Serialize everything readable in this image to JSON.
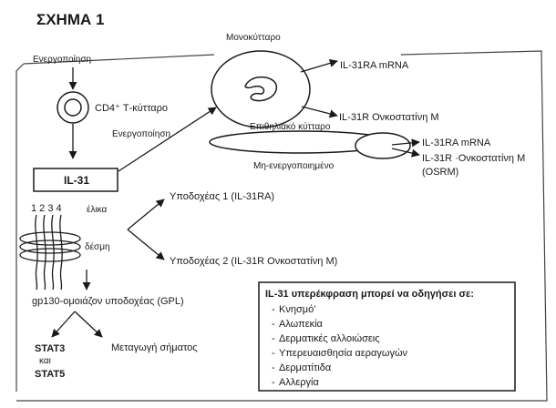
{
  "figure_title": "ΣΧΗΜΑ 1",
  "nodes": {
    "activation_top": "Ενεργοποίηση",
    "cd4_cell": "CD4⁺ Τ-κύτταρο",
    "activation_mid": "Ενεργοποίηση",
    "monocyte": "Μονοκύτταρο",
    "monocyte_out1": "IL-31RA mRNA",
    "monocyte_out2": "IL-31R Ονκοστατίνη Μ",
    "epithelial": "Επιθηλιακό κύτταρο",
    "epithelial_state": "Μη-ενεργοποιημένο",
    "epithelial_out1": "IL-31RA mRNA",
    "epithelial_out2": "IL-31R ·Ονκοστατίνη Μ",
    "epithelial_out2b": "(OSRM)",
    "il31": "IL-31",
    "helix_numbers": "1 2 3 4",
    "helix_label": "έλικα",
    "binding_label": "δέσμη",
    "receptor1": "Υποδοχέας 1 (IL-31RA)",
    "receptor2": "Υποδοχέας 2 (IL-31R Ονκοστατίνη Μ)",
    "gp130": "gp130-ομοιάζον υποδοχέας (GPL)",
    "stat3": "STAT3",
    "stat_and": "και",
    "stat5": "STAT5",
    "signal": "Μεταγωγή σήματος"
  },
  "note": {
    "heading": "IL-31 υπερέκφραση μπορεί να οδηγήσει σε:",
    "items": [
      "Κνησμό'",
      "Αλωπεκία",
      "Δερματικές αλλοιώσεις",
      "Υπερευαισθησία αεραγωγών",
      "Δερματίτιδα",
      "Αλλεργία"
    ]
  }
}
